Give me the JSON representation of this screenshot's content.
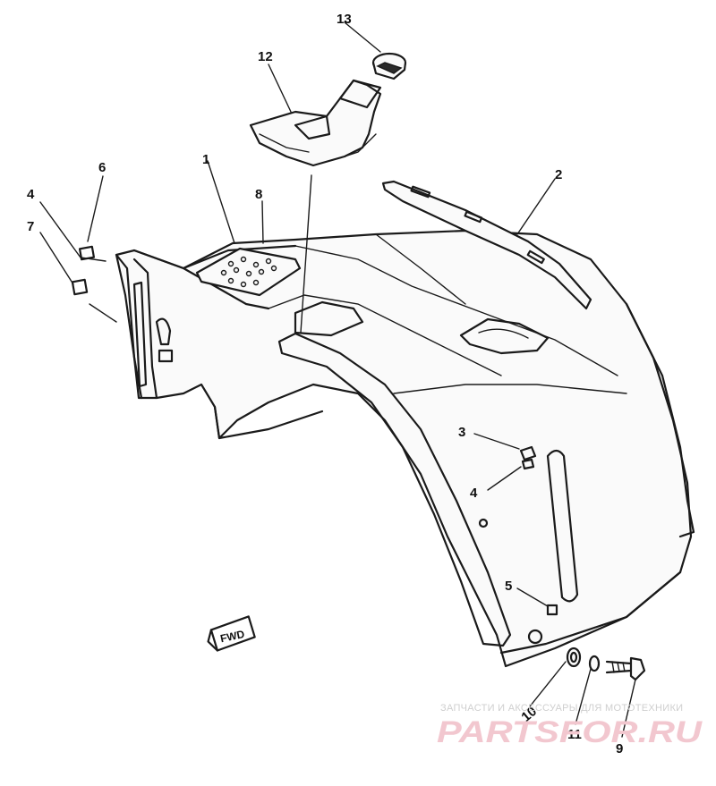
{
  "callouts": {
    "c1": "1",
    "c2": "2",
    "c3": "3",
    "c4a": "4",
    "c4b": "4",
    "c5": "5",
    "c6": "6",
    "c7": "7",
    "c8": "8",
    "c9": "9",
    "c10": "10",
    "c11": "11",
    "c12": "12",
    "c13": "13"
  },
  "direction_mark": "FWD",
  "watermark": {
    "tagline": "ЗАПЧАСТИ И АКСЕССУАРЫ ДЛЯ МОТОТЕХНИКИ",
    "logo": "PARTSFOR.RU"
  }
}
